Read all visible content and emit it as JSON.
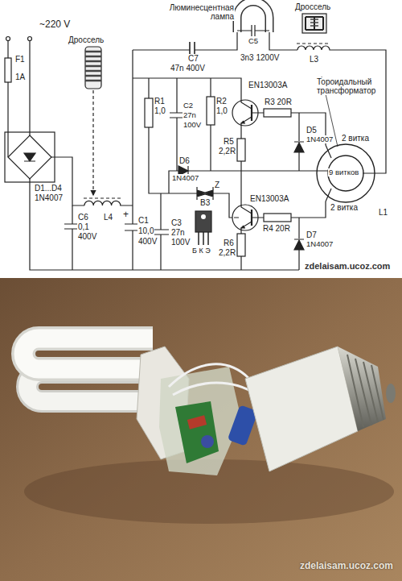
{
  "diagram": {
    "labels": [
      "~220 V",
      "F1",
      "1A",
      "Дроссель",
      "L4",
      "C6",
      "0,1",
      "400V",
      "D1...D4",
      "1N4007",
      "+",
      "C1",
      "10,0",
      "400V",
      "C7",
      "47n 400V",
      "Люминесцентная лампа",
      "C5",
      "3n3 1200V",
      "Дроссель",
      "L3",
      "R1",
      "1,0",
      "C2",
      "27n",
      "100V",
      "R2",
      "1,0",
      "EN13003A",
      "R3 20R",
      "D5",
      "1N4007",
      "D6",
      "1N4007",
      "R5",
      "2,2R",
      "Тороидальный трансформатор",
      "2 витка",
      "9 витков",
      "2 витка",
      "L1",
      "Z",
      "B3",
      "EN13003A",
      "R4 20R",
      "C3",
      "27n",
      "100V",
      "Б К Э",
      "R6",
      "2,2R",
      "D7",
      "1N4007",
      "zdelaisam.ucoz.com",
      "zdelaisam.ucoz.com"
    ]
  }
}
